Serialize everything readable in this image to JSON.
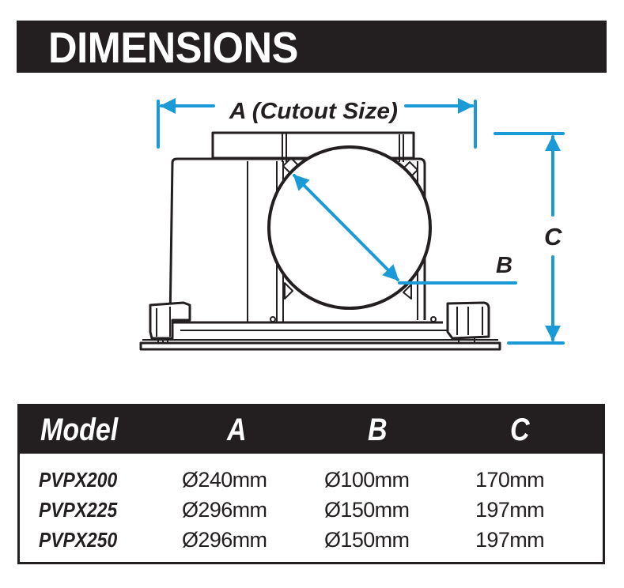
{
  "header": {
    "title": "DIMENSIONS"
  },
  "diagram": {
    "label_a": "A (Cutout Size)",
    "label_b": "B",
    "label_c": "C",
    "accent_color": "#1a9bd7",
    "line_color": "#231f20"
  },
  "table": {
    "columns": [
      "Model",
      "A",
      "B",
      "C"
    ],
    "rows": [
      {
        "model": "PVPX200",
        "a": "Ø240mm",
        "b": "Ø100mm",
        "c": "170mm"
      },
      {
        "model": "PVPX225",
        "a": "Ø296mm",
        "b": "Ø150mm",
        "c": "197mm"
      },
      {
        "model": "PVPX250",
        "a": "Ø296mm",
        "b": "Ø150mm",
        "c": "197mm"
      }
    ]
  }
}
